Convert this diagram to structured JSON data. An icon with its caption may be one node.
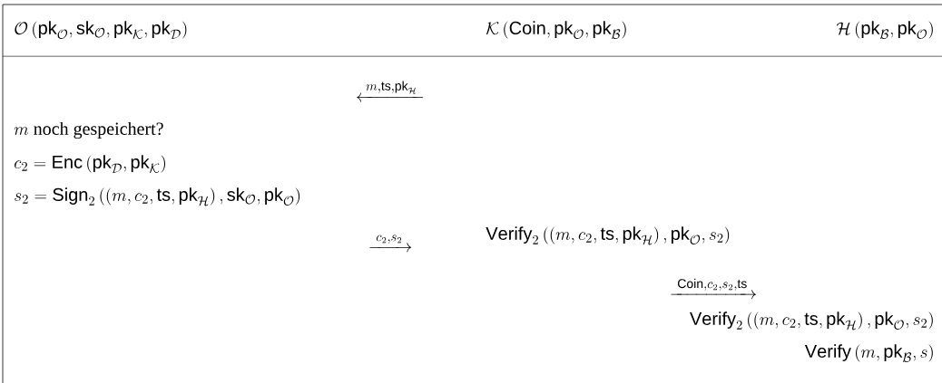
{
  "diagram": {
    "labels": [
      "\\mathcal{O}\\left(\\mathsf{pk}_{\\mathcal{O}}, \\mathsf{sk}_{\\mathcal{O}}, \\mathsf{pk}_{\\mathcal{K}}, \\mathsf{pk}_{\\mathcal{D}}\\right)",
      "\\mathcal{K}\\left(\\mathsf{Coin}, \\mathsf{pk}_{\\mathcal{O}}, \\mathsf{pk}_{\\mathcal{B}}\\right)",
      "\\mathcal{H}\\left(\\mathsf{pk}_{\\mathcal{B}}, \\mathsf{pk}_{\\mathcal{O}}\\right)",
      "\\xleftarrow{\\;m, \\mathsf{ts}, \\mathsf{pk}_{\\mathcal{H}}\\;}",
      "m \\text{ noch gespeichert?}",
      "c_2 = \\mathsf{Enc}\\left(\\mathsf{pk}_{\\mathcal{D}}, \\mathsf{pk}_{\\mathcal{K}}\\right)",
      "s_2 = \\mathsf{Sign}_2\\left(\\left(m, c_2, \\mathsf{ts}, \\mathsf{pk}_{\\mathcal{H}}\\right), \\mathsf{sk}_{\\mathcal{O}}, \\mathsf{pk}_{\\mathcal{O}}\\right)",
      "\\xrightarrow{\\;c_2, s_2\\;}",
      "\\mathsf{Verify}_2\\left(\\left(m, c_2, \\mathsf{ts}, \\mathsf{pk}_{\\mathcal{H}}\\right), \\mathsf{pk}_{\\mathcal{O}}, s_2\\right)",
      "\\xrightarrow{\\;\\mathsf{Coin}, c_2, s_2, \\mathsf{ts}\\;}",
      "\\mathsf{Verify}_2\\left(\\left(m, c_2, \\mathsf{ts}, \\mathsf{pk}_{\\mathcal{H}}\\right), \\mathsf{pk}_{\\mathcal{O}}, s_2\\right)",
      "\\mathsf{Verify}\\left(m, \\mathsf{pk}_{\\mathcal{B}}, s\\right)"
    ]
  }
}
